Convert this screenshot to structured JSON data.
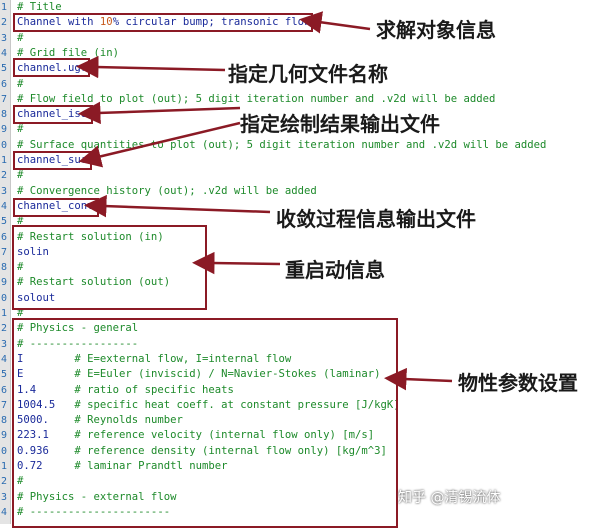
{
  "editor": {
    "line_numbers": [
      "1",
      "2",
      "3",
      "4",
      "5",
      "6",
      "7",
      "8",
      "9",
      "0",
      "1",
      "2",
      "3",
      "4",
      "5",
      "6",
      "7",
      "8",
      "9",
      "0",
      "1",
      "2",
      "3",
      "4",
      "5",
      "6",
      "7",
      "8",
      "9",
      "0",
      "1",
      "2",
      "3",
      "4"
    ],
    "lines": [
      {
        "segments": [
          {
            "t": "# Title",
            "c": "cm"
          }
        ]
      },
      {
        "segments": [
          {
            "t": "Channel with ",
            "c": "tx"
          },
          {
            "t": "10",
            "c": "nm"
          },
          {
            "t": "% circular bump; transonic flow",
            "c": "tx"
          }
        ]
      },
      {
        "segments": [
          {
            "t": "#",
            "c": "cm"
          }
        ]
      },
      {
        "segments": [
          {
            "t": "# Grid file (in)",
            "c": "cm"
          }
        ]
      },
      {
        "segments": [
          {
            "t": "channel.ugr",
            "c": "tx"
          }
        ]
      },
      {
        "segments": [
          {
            "t": "#",
            "c": "cm"
          }
        ]
      },
      {
        "segments": [
          {
            "t": "# Flow field to plot (out); 5 digit iteration number and .v2d will be added",
            "c": "cm"
          }
        ]
      },
      {
        "segments": [
          {
            "t": "channel_iso",
            "c": "tx"
          }
        ]
      },
      {
        "segments": [
          {
            "t": "#",
            "c": "cm"
          }
        ]
      },
      {
        "segments": [
          {
            "t": "# Surface quantities to plot (out); 5 digit iteration number and .v2d will be added",
            "c": "cm"
          }
        ]
      },
      {
        "segments": [
          {
            "t": "channel_surf",
            "c": "tx"
          }
        ]
      },
      {
        "segments": [
          {
            "t": "#",
            "c": "cm"
          }
        ]
      },
      {
        "segments": [
          {
            "t": "# Convergence history (out); .v2d will be added",
            "c": "cm"
          }
        ]
      },
      {
        "segments": [
          {
            "t": "channel_conv",
            "c": "tx"
          }
        ]
      },
      {
        "segments": [
          {
            "t": "#",
            "c": "cm"
          }
        ]
      },
      {
        "segments": [
          {
            "t": "# Restart solution (in)",
            "c": "cm"
          }
        ]
      },
      {
        "segments": [
          {
            "t": "solin",
            "c": "tx"
          }
        ]
      },
      {
        "segments": [
          {
            "t": "#",
            "c": "cm"
          }
        ]
      },
      {
        "segments": [
          {
            "t": "# Restart solution (out)",
            "c": "cm"
          }
        ]
      },
      {
        "segments": [
          {
            "t": "solout",
            "c": "tx"
          }
        ]
      },
      {
        "segments": [
          {
            "t": "#",
            "c": "cm"
          }
        ]
      },
      {
        "segments": [
          {
            "t": "# Physics - general",
            "c": "cm"
          }
        ]
      },
      {
        "segments": [
          {
            "t": "# -----------------",
            "c": "cm"
          }
        ]
      },
      {
        "segments": [
          {
            "t": "I        ",
            "c": "tx"
          },
          {
            "t": "# E=external flow, I=internal flow",
            "c": "cm"
          }
        ]
      },
      {
        "segments": [
          {
            "t": "E        ",
            "c": "tx"
          },
          {
            "t": "# E=Euler (inviscid) / N=Navier-Stokes (laminar)",
            "c": "cm"
          }
        ]
      },
      {
        "segments": [
          {
            "t": "1.4      ",
            "c": "tx"
          },
          {
            "t": "# ratio of specific heats",
            "c": "cm"
          }
        ]
      },
      {
        "segments": [
          {
            "t": "1004.5   ",
            "c": "tx"
          },
          {
            "t": "# specific heat coeff. at constant pressure [J/kgK]",
            "c": "cm"
          }
        ]
      },
      {
        "segments": [
          {
            "t": "5000.    ",
            "c": "tx"
          },
          {
            "t": "# Reynolds number",
            "c": "cm"
          }
        ]
      },
      {
        "segments": [
          {
            "t": "223.1    ",
            "c": "tx"
          },
          {
            "t": "# reference velocity (internal flow only) [m/s]",
            "c": "cm"
          }
        ]
      },
      {
        "segments": [
          {
            "t": "0.936    ",
            "c": "tx"
          },
          {
            "t": "# reference density (internal flow only) [kg/m^3]",
            "c": "cm"
          }
        ]
      },
      {
        "segments": [
          {
            "t": "0.72     ",
            "c": "tx"
          },
          {
            "t": "# laminar Prandtl number",
            "c": "cm"
          }
        ]
      },
      {
        "segments": [
          {
            "t": "#",
            "c": "cm"
          }
        ]
      },
      {
        "segments": [
          {
            "t": "# Physics - external flow",
            "c": "cm"
          }
        ]
      },
      {
        "segments": [
          {
            "t": "# ----------------------",
            "c": "cm"
          }
        ]
      }
    ]
  },
  "annotations": {
    "title_info": "求解对象信息",
    "grid_file": "指定几何文件名称",
    "plot_output": "指定绘制结果输出文件",
    "convergence_output": "收敛过程信息输出文件",
    "restart_info": "重启动信息",
    "physics_settings": "物性参数设置"
  },
  "watermark": "知乎 @清锡流体",
  "colors": {
    "comment": "#1d8a2a",
    "text": "#1a2a9a",
    "number": "#c7591b",
    "annotation_box": "#8b1a25",
    "gutter_number": "#2a6bb0"
  }
}
